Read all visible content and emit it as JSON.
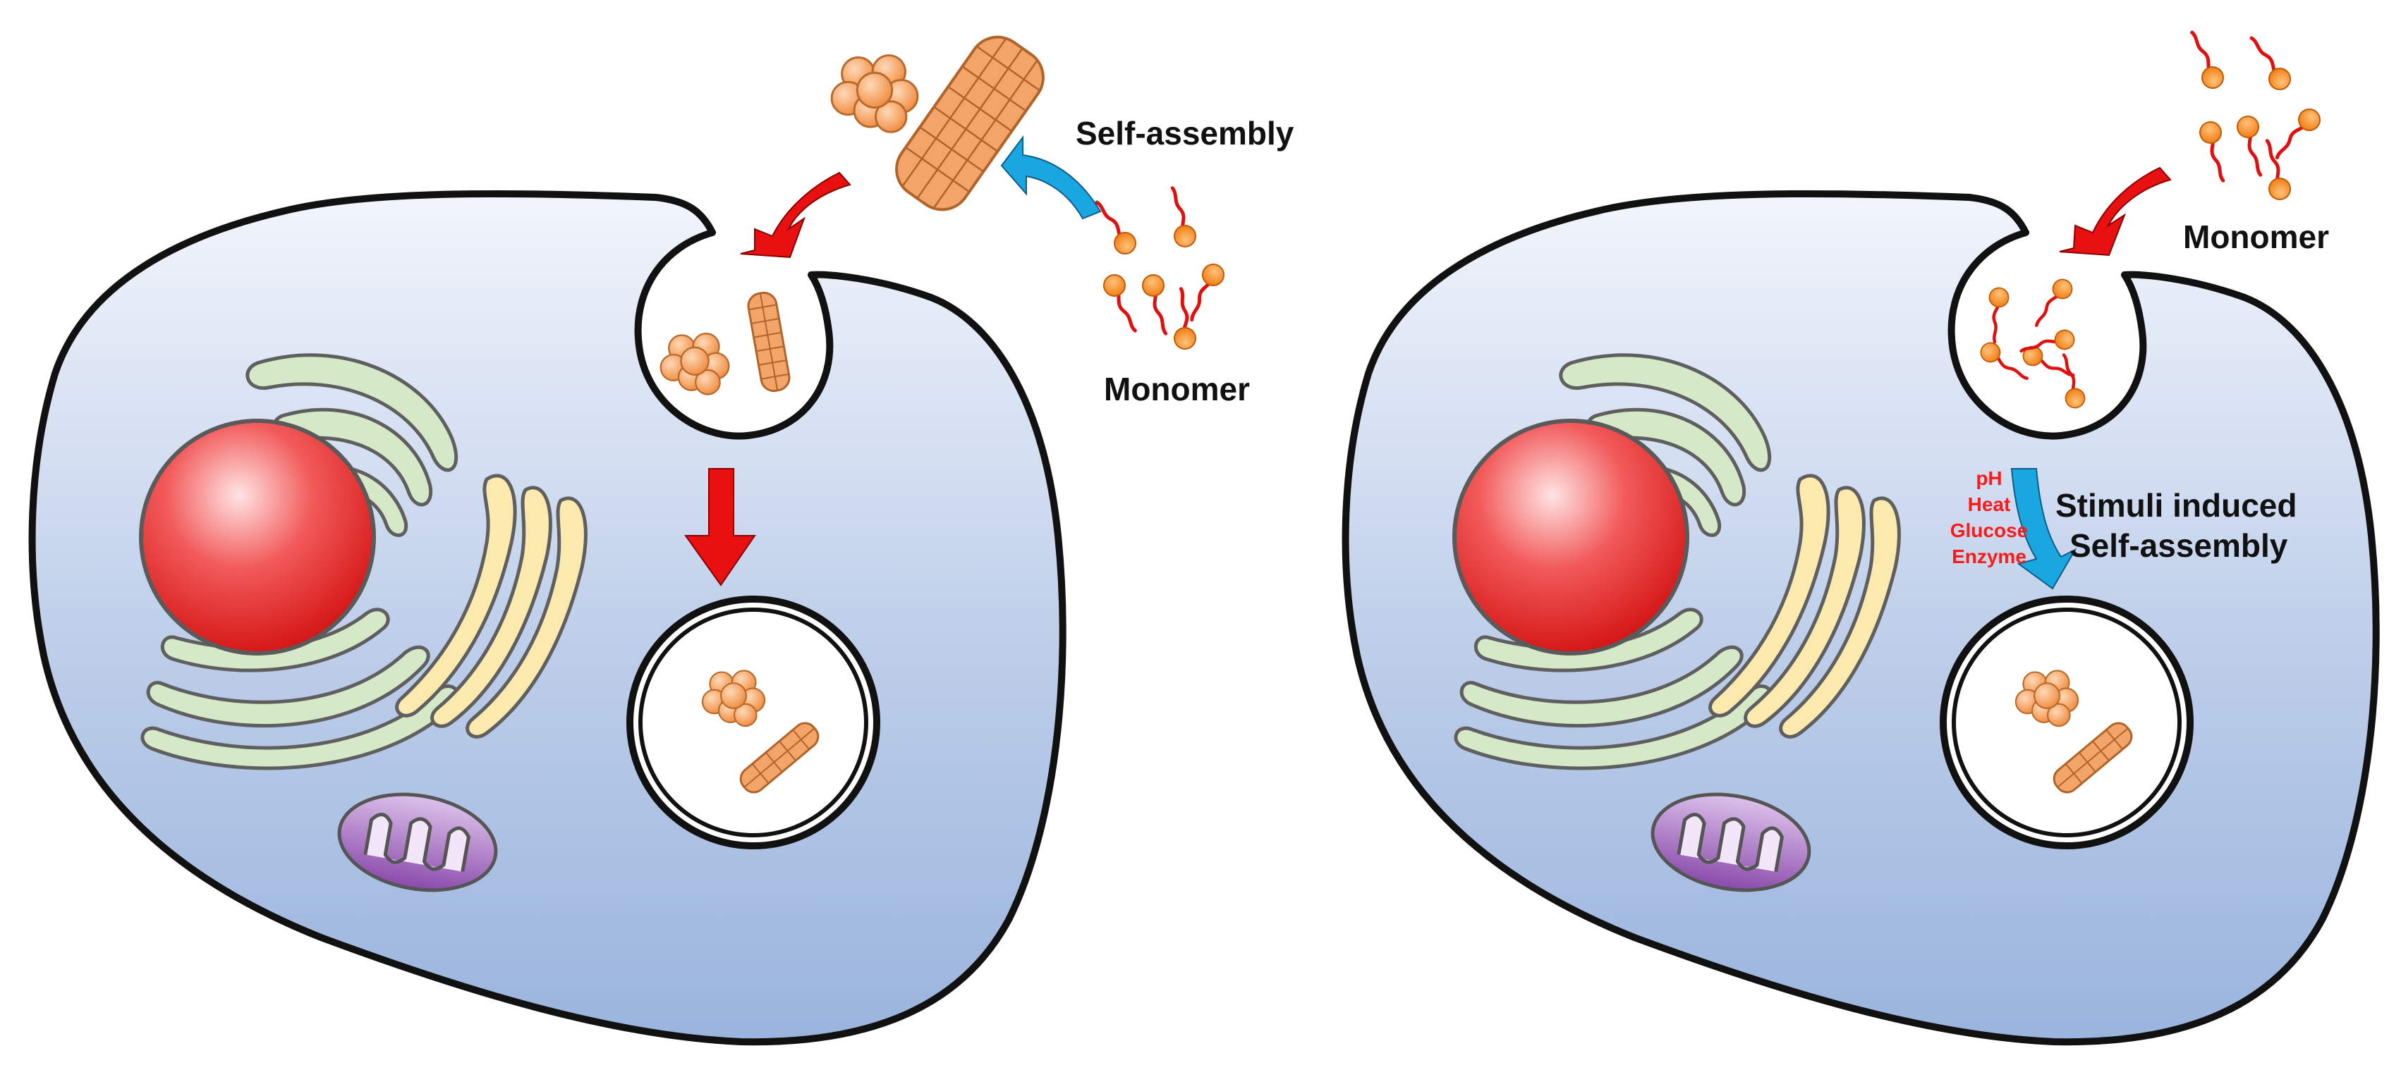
{
  "labels": {
    "left_self_assembly": "Self-assembly",
    "left_monomer": "Monomer",
    "right_monomer": "Monomer",
    "stimuli_line1": "Stimuli induced",
    "stimuli_line2": "Self-assembly",
    "stimuli_list": [
      "pH",
      "Heat",
      "Glucose",
      "Enzyme"
    ]
  },
  "colors": {
    "cell_top": "#eef2fb",
    "cell_bottom": "#a0b9e1",
    "nucleus": "#e02020",
    "golgi_green": "#cfe3c2",
    "golgi_yellow": "#fbe8a6",
    "mitochondrion": "#9e60b8",
    "nanoparticle": "#f5a05a",
    "monomer_head": "#f28a1f",
    "monomer_tail": "#e01010",
    "arrow_red": "#e81010",
    "arrow_blue": "#1aa6e0",
    "stimuli_text": "#ff1a1a"
  },
  "icons": {
    "nanoparticle_cluster": "sphere-cluster-icon",
    "nanofiber": "nanofiber-icon",
    "monomer": "amphiphile-monomer-icon",
    "arrow": "curved-arrow-icon"
  }
}
